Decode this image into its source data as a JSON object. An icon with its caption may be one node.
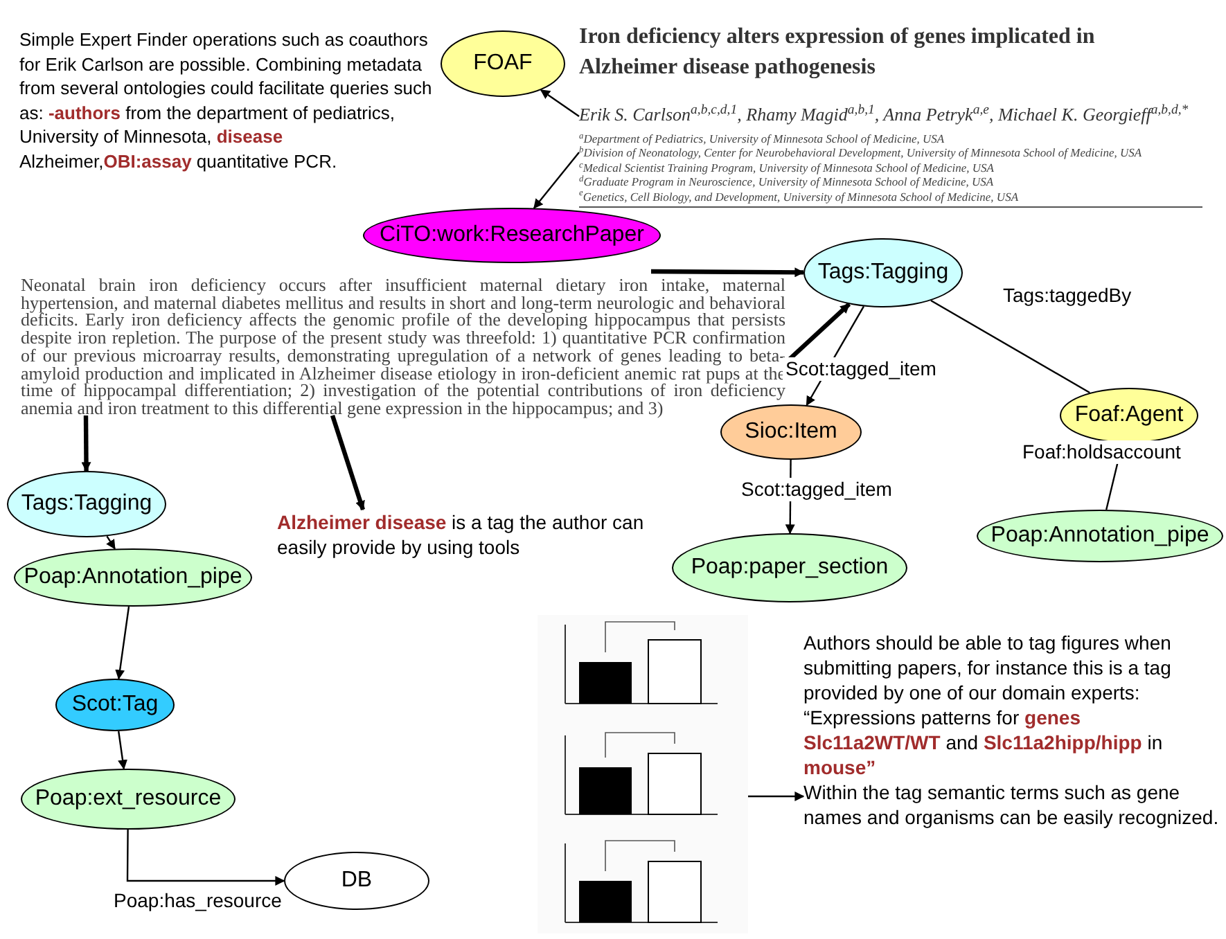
{
  "diagram": {
    "nodes": [
      {
        "text": [
          "FOAF"
        ]
      },
      {
        "text": [
          "Erik S. Carlson$^{a,b,c,d,1}$, Rhamy Magid$^{a,b,1}$, Anna Petryk$^{a,e}$, Michael K. Georgieff$^{a,b,d,*}$"
        ]
      },
      {
        "text": [
          "$^{a}$Department of Pediatrics, University of Minnesota School of Medicine, USA",
          "$^{b}$Division of Neonatology, Center for Neurobehavioral Development, University of Minnesota School of Medicine, USA",
          "$^{c}$Medical Scientist Training Program, University of Minnesota School of Medicine, USA",
          "$^{d}$Graduate Program in Neuroscience, University of Minnesota School of Medicine, USA",
          "$^{e}$Genetics, Cell Biology, and Development, University of Minnesota School of Medicine, USA"
        ]
      },
      {
        "text": [
          "CiTO:work:ResearchPaper"
        ]
      },
      {
        "text": [
          "Neonatal brain iron deficiency occurs after insufficient maternal dietary iron intake, maternal hypertension, and maternal diabetes mellitus and results in short and long-term neurologic and behavioral deficits. Early iron deficiency affects the genomic profile of the developing hippocampus that persists despite iron repletion. The purpose of the present study was threefold: 1) quantitative PCR confirmation of our previous microarray results, demonstrating upregulation of a network of genes leading to beta-amyloid production and implicated in Alzheimer disease etiology in iron-deficient anemic rat pups at the time of hippocampal differentiation; 2) investigation of the potential contributions of iron deficiency anemia and iron treatment to this differential gene expression in the hippocampus; and 3)"
        ]
      },
      {
        "text": [
          "Tags:Tagging"
        ]
      },
      {
        "text": [
          "Foaf:Agent"
        ]
      },
      {
        "text": [
          "Sioc:Item"
        ]
      },
      {
        "text": [
          "Tags:Tagging"
        ]
      },
      {
        "text": [
          "**Alzheimer disease** is a tag the author can easily provide by using tools"
        ]
      },
      {
        "text": [
          "Poap:paper_section"
        ]
      },
      {
        "text": [
          "Poap:Annotation_pipe"
        ]
      },
      {
        "text": [
          "Poap:Annotation_pipe"
        ]
      },
      {
        "text": [
          "Scot:Tag"
        ]
      },
      {
        "text": [],
        "shape": "picture"
      },
      {
        "text": [
          "Authors should be able to tag figures when submitting papers, for instance this is a tag provided by one of our domain experts:",
          "“Expressions patterns for **genes Slc11a2WT/WT** and **Slc11a2hipp/hipp** in **mouse”**",
          "Within the tag semantic terms such as gene names and organisms can be easily recognized."
        ]
      },
      {
        "text": [
          "Poap:ext_resource"
        ]
      },
      {
        "text": [
          "DB"
        ]
      }
    ],
    "edges": [
      {
        "from": 1,
        "to": 0,
        "arrow": "to"
      },
      {
        "from": 2,
        "to": 3,
        "arrow": "to"
      },
      {
        "from": 4,
        "to": 5,
        "arrow": "to",
        "style": "thick"
      },
      {
        "from": 4,
        "to": 5,
        "arrow": "to",
        "style": "thick"
      },
      {
        "from": 5,
        "to": 7,
        "arrow": "to",
        "label": "Scot:tagged_item"
      },
      {
        "from": 5,
        "to": 6,
        "arrow": "none",
        "label": "Tags:taggedBy"
      },
      {
        "from": 6,
        "to": 11,
        "arrow": "none",
        "label": "Foaf:holdsaccount"
      },
      {
        "from": 7,
        "to": 10,
        "arrow": "to",
        "label": "Scot:tagged_item"
      },
      {
        "from": 4,
        "to": 8,
        "arrow": "to",
        "style": "thick"
      },
      {
        "from": 4,
        "to": 9,
        "arrow": "to",
        "style": "thick"
      },
      {
        "from": 8,
        "to": 12,
        "arrow": "to"
      },
      {
        "from": 12,
        "to": 13,
        "arrow": "to"
      },
      {
        "from": 13,
        "to": 16,
        "arrow": "to"
      },
      {
        "from": 16,
        "to": 17,
        "arrow": "to",
        "label": "Poap:has_resource"
      },
      {
        "from": 14,
        "to": 15,
        "arrow": "to"
      }
    ],
    "labels": [
      "Simple Expert Finder operations such as coauthors for Erik Carlson are possible. Combining metadata from several ontologies could facilitate queries such as: **-authors** from the department of pediatrics, University of Minnesota, **disease** Alzheimer,**OBI:assay** quantitative PCR.",
      "Iron deficiency alters expression of genes implicated in Alzheimer disease pathogenesis"
    ]
  }
}
